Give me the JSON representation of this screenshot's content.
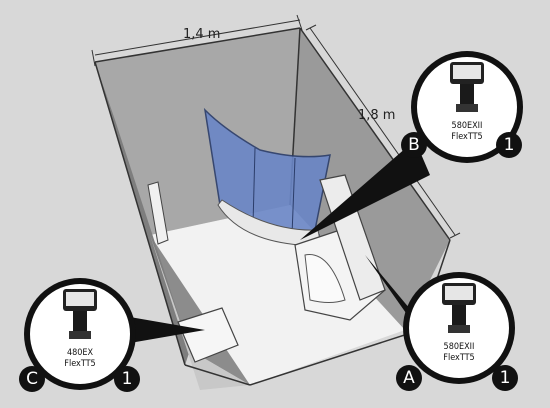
{
  "dimensions": {
    "width_label": "1,4 m",
    "depth_label": "1,8 m"
  },
  "flashes": [
    {
      "position_label": "B",
      "model": "580EXII",
      "trigger": "FlexTT5",
      "group": "1"
    },
    {
      "position_label": "A",
      "model": "580EXII",
      "trigger": "FlexTT5",
      "group": "1"
    },
    {
      "position_label": "C",
      "model": "480EX",
      "trigger": "FlexTT5",
      "group": "1"
    }
  ],
  "colors": {
    "background": "#d8d8d8",
    "wall": "#9a9a9a",
    "floor": "#f2f2f2",
    "shower_glass": "#6a86c6",
    "callout": "#111111"
  }
}
